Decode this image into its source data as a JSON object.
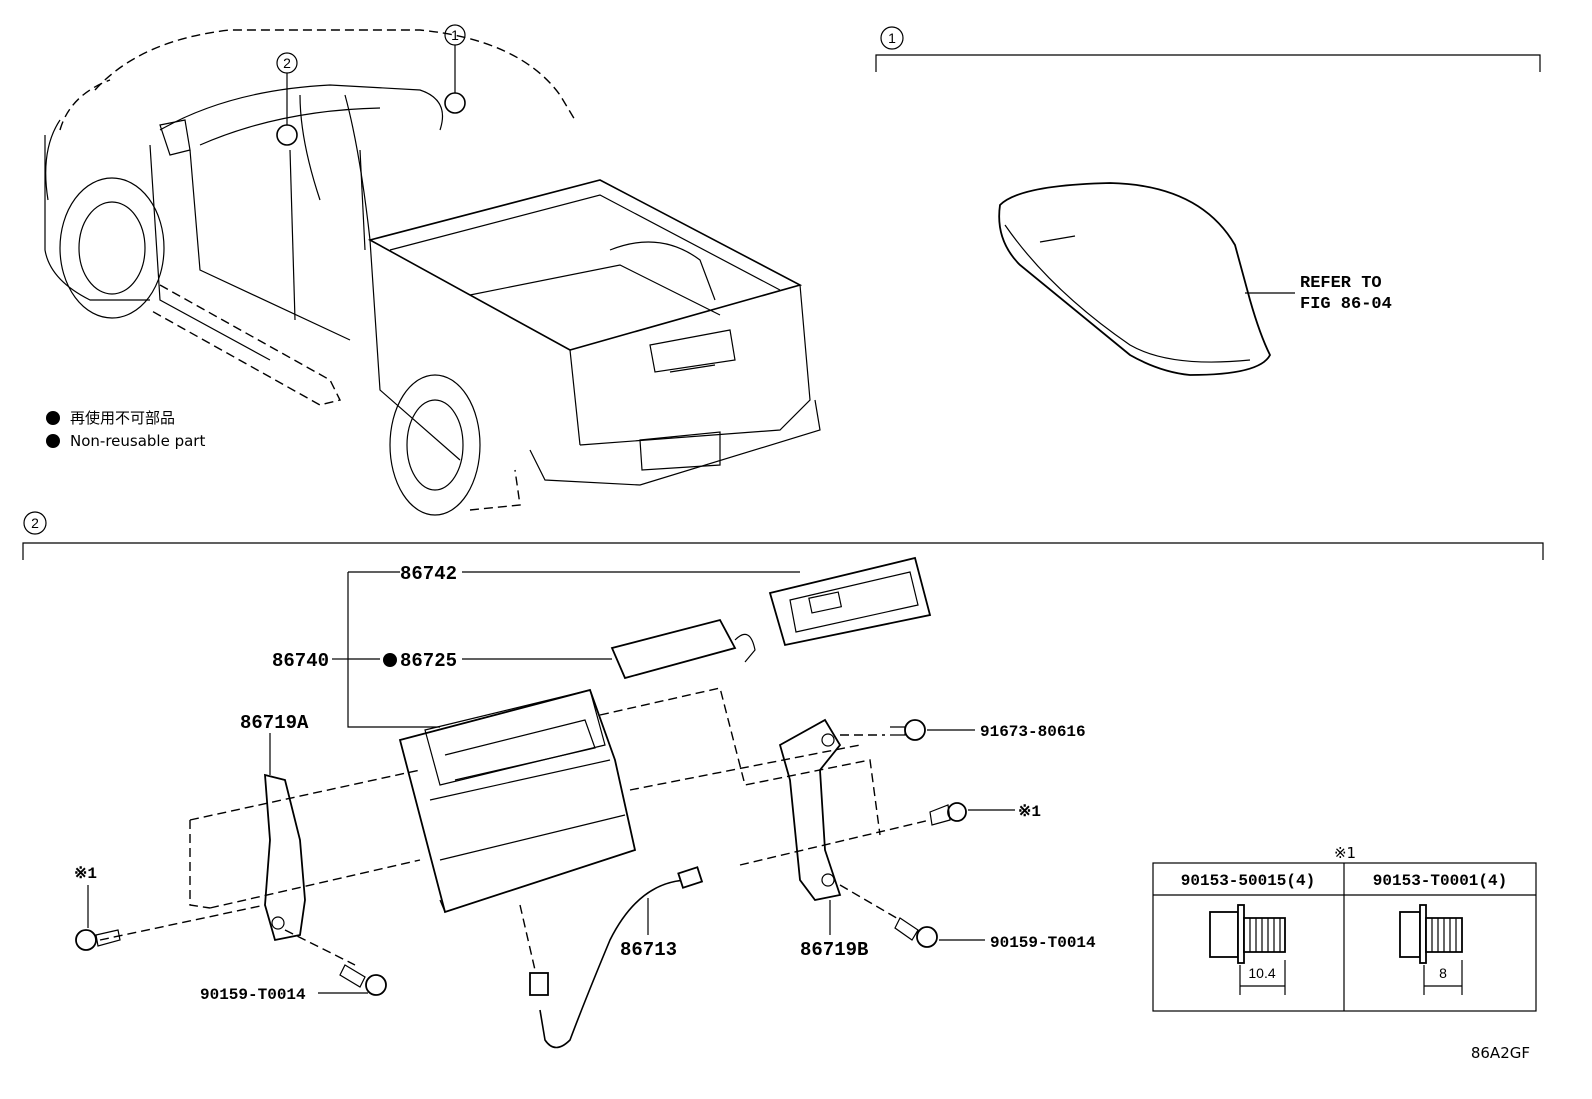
{
  "callouts": {
    "one": "1",
    "two": "2"
  },
  "legend": {
    "jp": "再使用不可部品",
    "en": "Non-reusable part"
  },
  "section1": {
    "refer_line1": "REFER TO",
    "refer_line2": "FIG 86-04"
  },
  "parts": {
    "p86742": "86742",
    "p86740": "86740",
    "p86725": "86725",
    "p86719A": "86719A",
    "p86719B": "86719B",
    "p86713": "86713",
    "p91673": "91673-80616",
    "p90159_left": "90159-T0014",
    "p90159_right": "90159-T0014",
    "star1_right": "※1",
    "star1_left": "※1"
  },
  "bolt_table": {
    "title": "※1",
    "col1": "90153-50015(4)",
    "col2": "90153-T0001(4)",
    "dim1": "10.4",
    "dim2": "8"
  },
  "figure_code": "86A2GF"
}
